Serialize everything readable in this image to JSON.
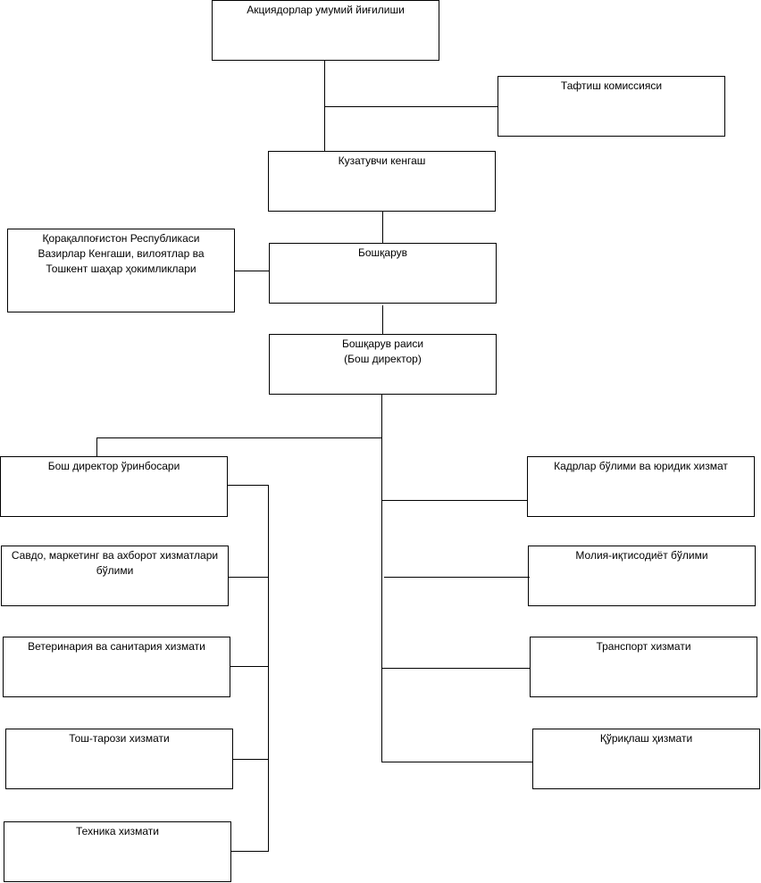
{
  "boxes": {
    "shareholders": "Акциядорлар умумий йиғилиши",
    "audit": "Тафтиш комиссияси",
    "supervisory": "Кузатувчи кенгаш",
    "authorities": "Қорақалпоғистон Республикаси\nВазирлар Кенгаши, вилоятлар ва\nТошкент шаҳар ҳокимликлари",
    "board": "Бошқарув",
    "chairman": "Бошқарув раиси\n(Бош директор)",
    "deputy": "Бош директор ўринбосари",
    "sales": "Савдо, маркетинг ва ахборот хизматлари\nбўлими",
    "veterinary": "Ветеринария ва санитария хизмати",
    "weights": "Тош-тарози хизмати",
    "technical": "Техника хизмати",
    "hr_legal": "Кадрлар бўлими ва юридик хизмат",
    "finance": "Молия-иқтисодиёт бўлими",
    "transport": "Транспорт хизмати",
    "security": "Қўриқлаш ҳизмати"
  }
}
